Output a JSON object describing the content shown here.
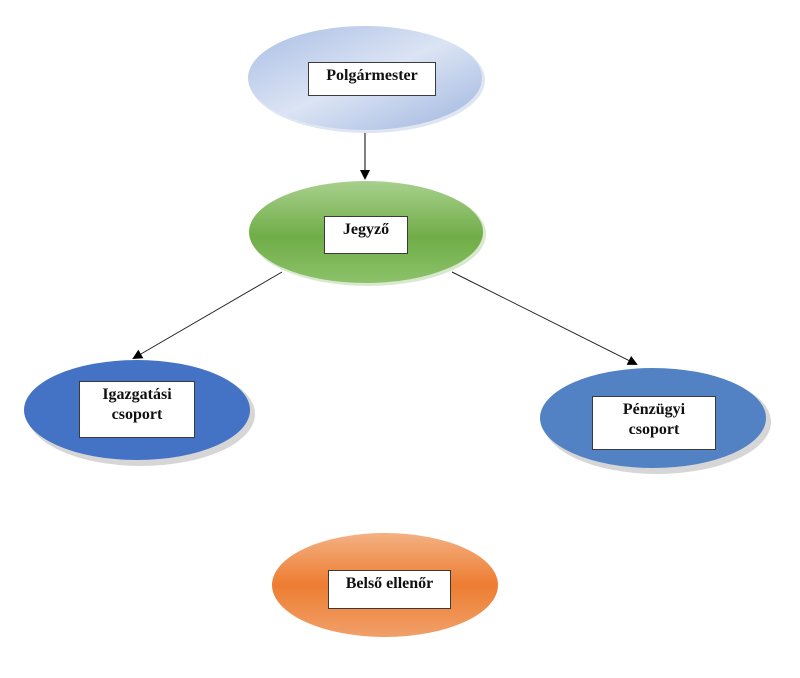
{
  "diagram": {
    "type": "org-chart",
    "nodes": [
      {
        "id": "polgarmester",
        "label": "Polgármester",
        "fill": "#b4c7e7",
        "fill_dark": "#8faadc"
      },
      {
        "id": "jegyzo",
        "label": "Jegyző",
        "fill": "#8fc06a",
        "fill_dark": "#6aa84f"
      },
      {
        "id": "igazgatasi",
        "label": "Igazgatási csoport",
        "label_lines": [
          "Igazgatási",
          "csoport"
        ],
        "fill": "#4472c4",
        "fill_dark": "#3b66b5"
      },
      {
        "id": "penzugyi",
        "label": "Pénzügyi csoport",
        "label_lines": [
          "Pénzügyi",
          "csoport"
        ],
        "fill": "#5b87c5",
        "fill_dark": "#4f7ab8"
      },
      {
        "id": "belso",
        "label": "Belső ellenőr",
        "fill": "#f4a26a",
        "fill_dark": "#e0782f"
      }
    ],
    "edges": [
      {
        "from": "polgarmester",
        "to": "jegyzo"
      },
      {
        "from": "jegyzo",
        "to": "igazgatasi"
      },
      {
        "from": "jegyzo",
        "to": "penzugyi"
      }
    ]
  }
}
